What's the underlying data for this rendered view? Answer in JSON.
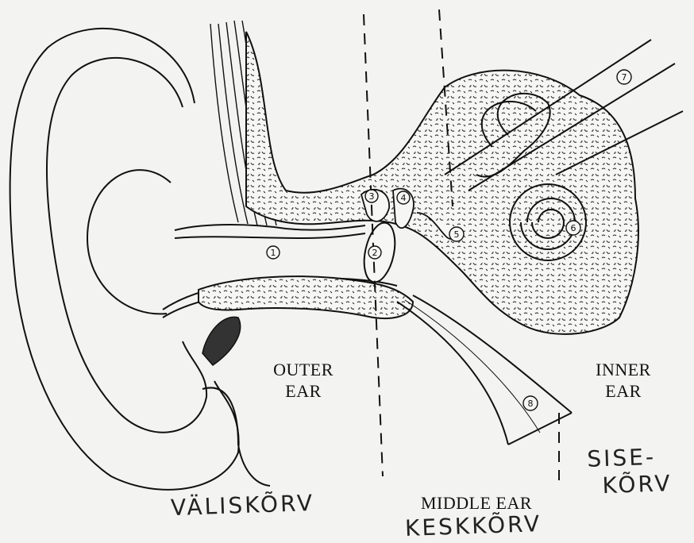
{
  "labels": {
    "outer": "OUTER\nEAR",
    "outer_line1": "OUTER",
    "outer_line2": "EAR",
    "inner_line1": "INNER",
    "inner_line2": "EAR",
    "middle": "MIDDLE EAR"
  },
  "handwritten": {
    "valiskorv": "VÄLISKÕRV",
    "keskkorv": "KESKKÕRV",
    "sise_line1": "SISE-",
    "sise_line2": "KÕRV"
  },
  "markers": [
    "1",
    "2",
    "3",
    "4",
    "5",
    "6",
    "7",
    "8"
  ],
  "colors": {
    "ink": "#111111",
    "paper": "#f3f3f1"
  }
}
